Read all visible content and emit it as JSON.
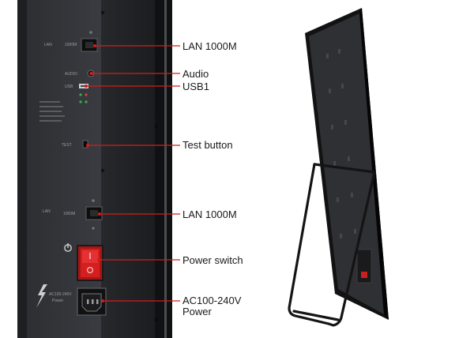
{
  "callouts": {
    "lan_top": "LAN 1000M",
    "audio": "Audio",
    "usb": "USB1",
    "test_button": "Test button",
    "lan_bottom": "LAN 1000M",
    "power_switch": "Power switch",
    "ac_line1": "AC100-240V",
    "ac_line2": "Power"
  },
  "panel_text": {
    "lan1": "LAN",
    "lan1_speed": "1000M",
    "audio": "AUDIO",
    "usb": "USB",
    "test": "TEST",
    "lan2": "LAN",
    "lan2_speed": "1000M",
    "ac": "AC100-240V",
    "power": "Power"
  },
  "colors": {
    "callout_line": "#d21d1d",
    "panel": "#303236",
    "frame": "#151515",
    "switch_red": "#d51f1f"
  }
}
